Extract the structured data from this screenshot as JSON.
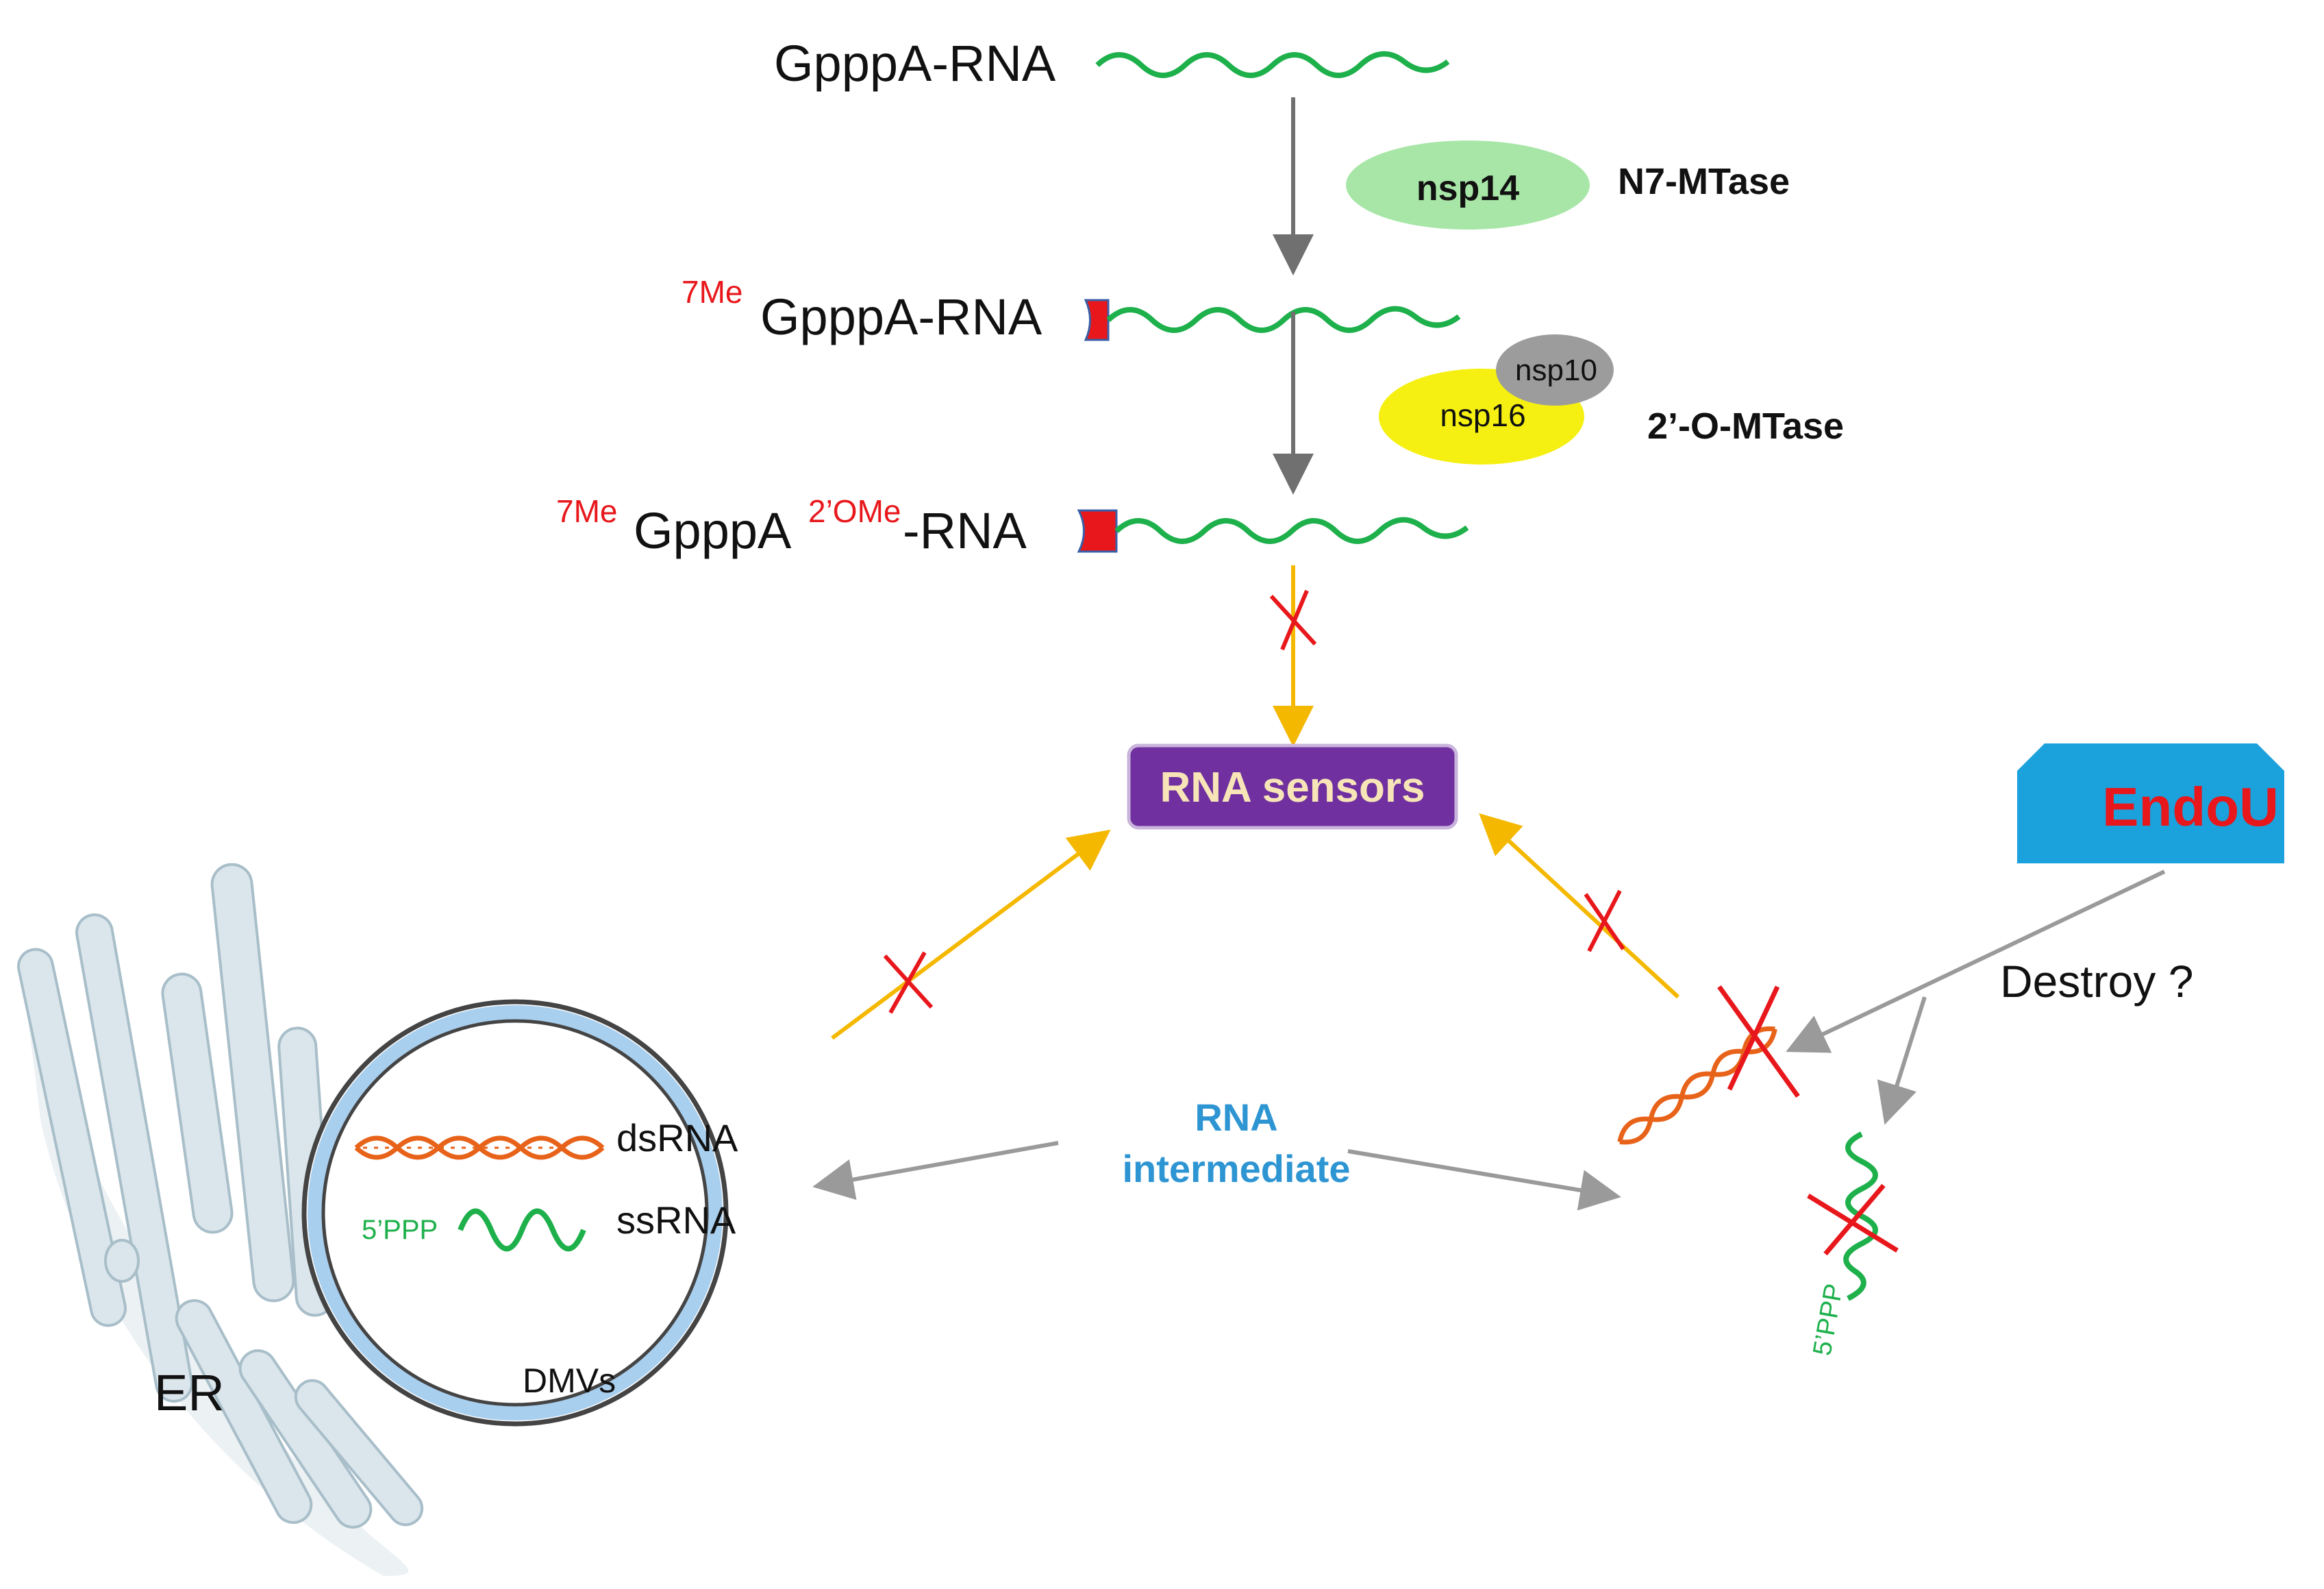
{
  "capping": {
    "step1": {
      "label": "GpppA-RNA"
    },
    "step2": {
      "superscript": "7Me",
      "label": "GpppA-RNA"
    },
    "step3": {
      "superscript": "7Me",
      "label_a": "GpppA",
      "superscript2": "2’OMe",
      "label_b": "-RNA"
    }
  },
  "enzymes": {
    "nsp14": {
      "name": "nsp14",
      "activity": "N7-MTase"
    },
    "nsp16": {
      "name": "nsp16",
      "partner": "nsp10",
      "activity": "2’-O-MTase"
    }
  },
  "sensors": {
    "label": "RNA sensors"
  },
  "endou": {
    "label": "EndoU",
    "action": "Destroy ?"
  },
  "intermediate": {
    "line1": "RNA",
    "line2": "intermediate"
  },
  "dmv": {
    "dsrna_label": "dsRNA",
    "ssrna_label": "ssRNA",
    "ppp_label": "5’PPP",
    "dmv_label": "DMVs",
    "er_label": "ER"
  },
  "released": {
    "ppp_label": "5’PPP"
  },
  "colors": {
    "rna_green": "#1db04b",
    "cap_red": "#e8171b",
    "arrow_grey": "#707070",
    "arrow_orange": "#f5b800",
    "cross_red": "#e8171b",
    "sensor_purple": "#7030a0",
    "endou_blue": "#1ba1dc",
    "endou_text": "#e8171b",
    "intermediate_blue": "#2e95d3",
    "ds_orange": "#e8631a",
    "nsp14_green": "#a8e6a8",
    "nsp16_yellow": "#f5f011",
    "nsp10_grey": "#9c9c9c",
    "membrane_blue": "#a9cfee",
    "er_fill": "#d8e4ea"
  }
}
